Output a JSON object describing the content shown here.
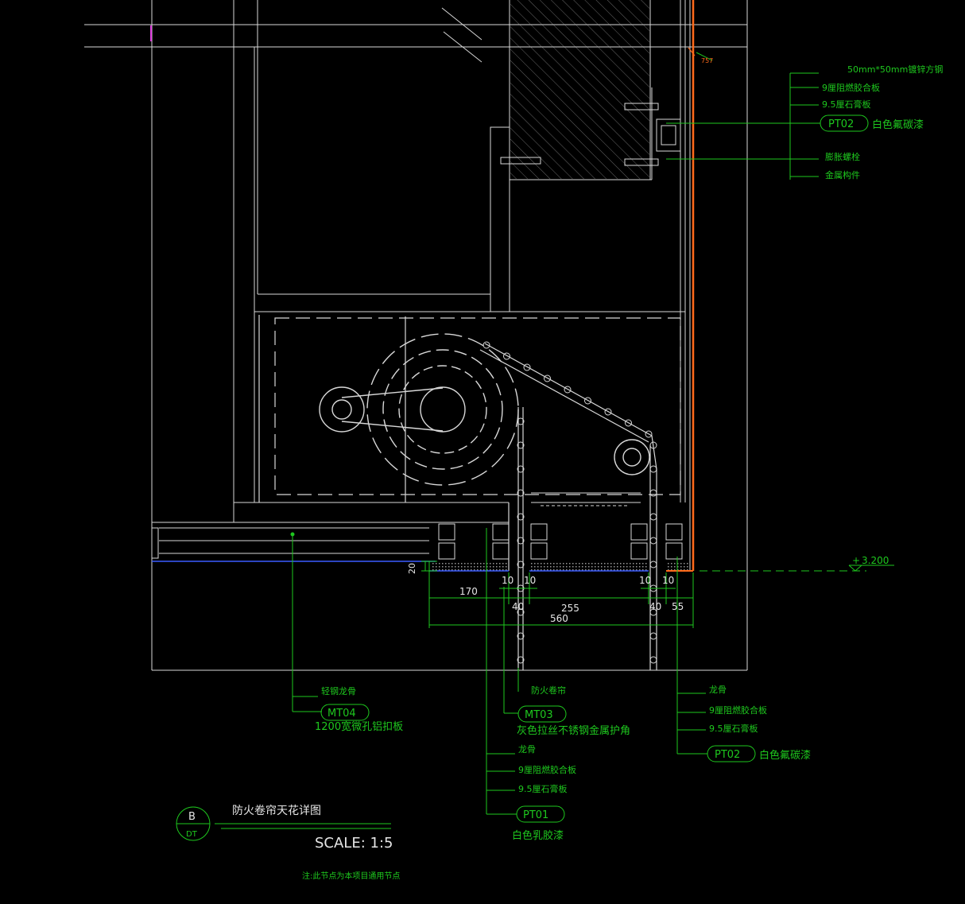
{
  "drawing": {
    "title": "防火卷帘天花详图",
    "scale": "SCALE: 1:5",
    "note": "注:此节点为本项目通用节点",
    "section_letter": "B",
    "section_sheet": "DT",
    "level_mark": "3.200",
    "small_tag": "757"
  },
  "callouts_top_right": {
    "steel": "50mm*50mm镀锌方钢",
    "board9": "9厘阻燃胶合板",
    "gypsum": "9.5厘石膏板",
    "tag": "PT02",
    "finish": "白色氟碳漆",
    "bolt": "膨胀螺栓",
    "metal": "金属构件"
  },
  "callouts_mt04": {
    "keel": "轻钢龙骨",
    "tag": "MT04",
    "desc": "1200宽微孔铝扣板"
  },
  "callouts_mt03": {
    "shutter": "防火卷帘",
    "tag": "MT03",
    "desc": "灰色拉丝不锈钢金属护角"
  },
  "callouts_pt01": {
    "keel": "龙骨",
    "board9": "9厘阻燃胶合板",
    "gypsum": "9.5厘石膏板",
    "tag": "PT01",
    "finish": "白色乳胶漆"
  },
  "callouts_pt02_bottom": {
    "keel": "龙骨",
    "board9": "9厘阻燃胶合板",
    "gypsum": "9.5厘石膏板",
    "tag": "PT02",
    "finish": "白色氟碳漆"
  },
  "dimensions": {
    "d20": "20",
    "d170": "170",
    "d10a": "10",
    "d10b": "10",
    "d10c": "10",
    "d10d": "10",
    "d255": "255",
    "d40a": "40",
    "d40b": "40",
    "d55": "55",
    "d560": "560"
  },
  "colors": {
    "green": "#1ec81e",
    "white": "#e6e6e6",
    "orange": "#ff6a1a",
    "blue": "#3a5cff",
    "magenta": "#e040e0"
  }
}
